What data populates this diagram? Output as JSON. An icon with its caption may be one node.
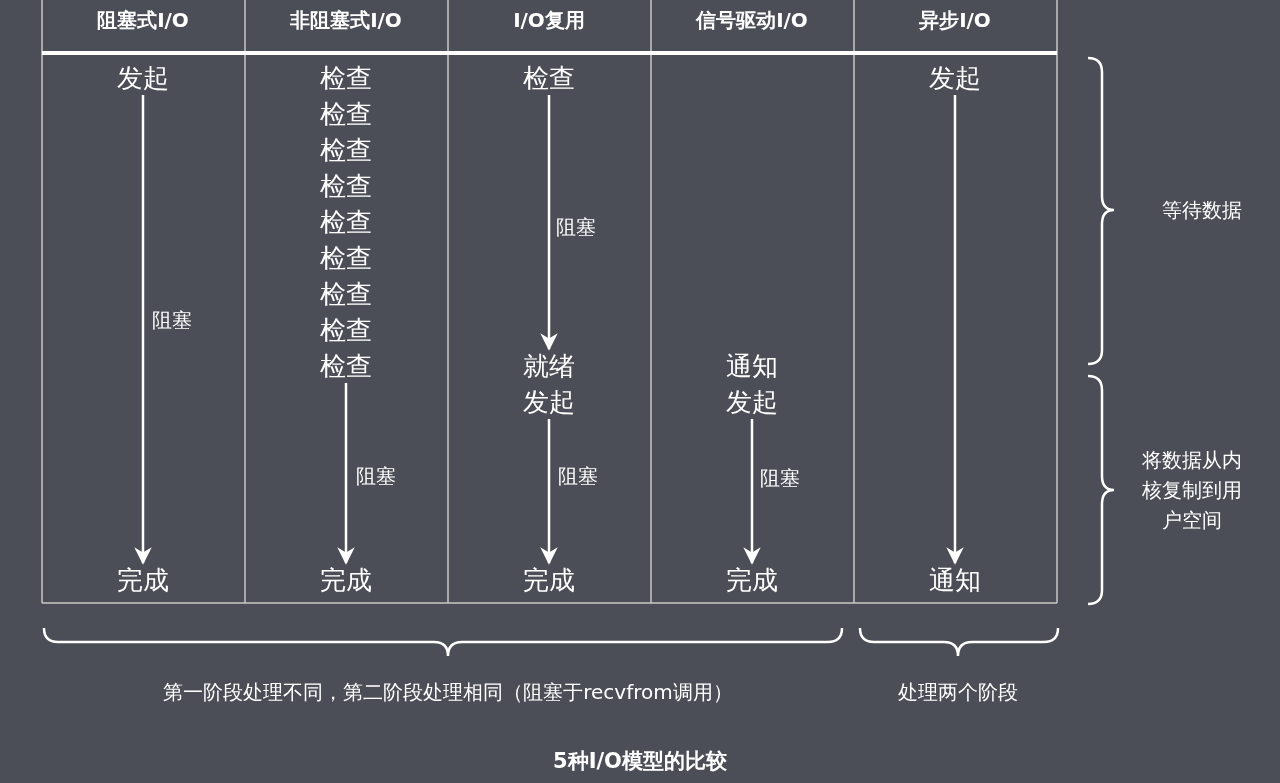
{
  "diagram": {
    "caption": "5种I/O模型的比较",
    "nodes": [
      {
        "text": [
          "发起"
        ]
      },
      {
        "text": [
          "完成"
        ]
      },
      {
        "text": [
          "检查"
        ]
      },
      {
        "text": [
          "检查"
        ]
      },
      {
        "text": [
          "检查"
        ]
      },
      {
        "text": [
          "检查"
        ]
      },
      {
        "text": [
          "检查"
        ]
      },
      {
        "text": [
          "检查"
        ]
      },
      {
        "text": [
          "检查"
        ]
      },
      {
        "text": [
          "检查"
        ]
      },
      {
        "text": [
          "检查"
        ]
      },
      {
        "text": [
          "完成"
        ]
      },
      {
        "text": [
          "检查"
        ]
      },
      {
        "text": [
          "就绪"
        ]
      },
      {
        "text": [
          "发起"
        ]
      },
      {
        "text": [
          "完成"
        ]
      },
      {
        "text": [
          "通知"
        ]
      },
      {
        "text": [
          "发起"
        ]
      },
      {
        "text": [
          "完成"
        ]
      },
      {
        "text": [
          "发起"
        ]
      },
      {
        "text": [
          "通知"
        ]
      }
    ],
    "edges": [
      {
        "from": 0,
        "to": 1,
        "arrow": "to",
        "label": "阻塞"
      },
      {
        "from": 10,
        "to": 11,
        "arrow": "to",
        "label": "阻塞"
      },
      {
        "from": 12,
        "to": 13,
        "arrow": "to",
        "label": "阻塞"
      },
      {
        "from": 14,
        "to": 15,
        "arrow": "to",
        "label": "阻塞"
      },
      {
        "from": 17,
        "to": 18,
        "arrow": "to",
        "label": "阻塞"
      },
      {
        "from": 19,
        "to": 20,
        "arrow": "to"
      }
    ],
    "labels": [
      "阻塞式I/O",
      "非阻塞式I/O",
      "I/O复用",
      "信号驱动I/O",
      "异步I/O",
      "等待数据",
      "将数据从内核复制到用户空间",
      "第一阶段处理不同，第二阶段处理相同（阻塞于recvfrom调用）",
      "处理两个阶段"
    ]
  }
}
